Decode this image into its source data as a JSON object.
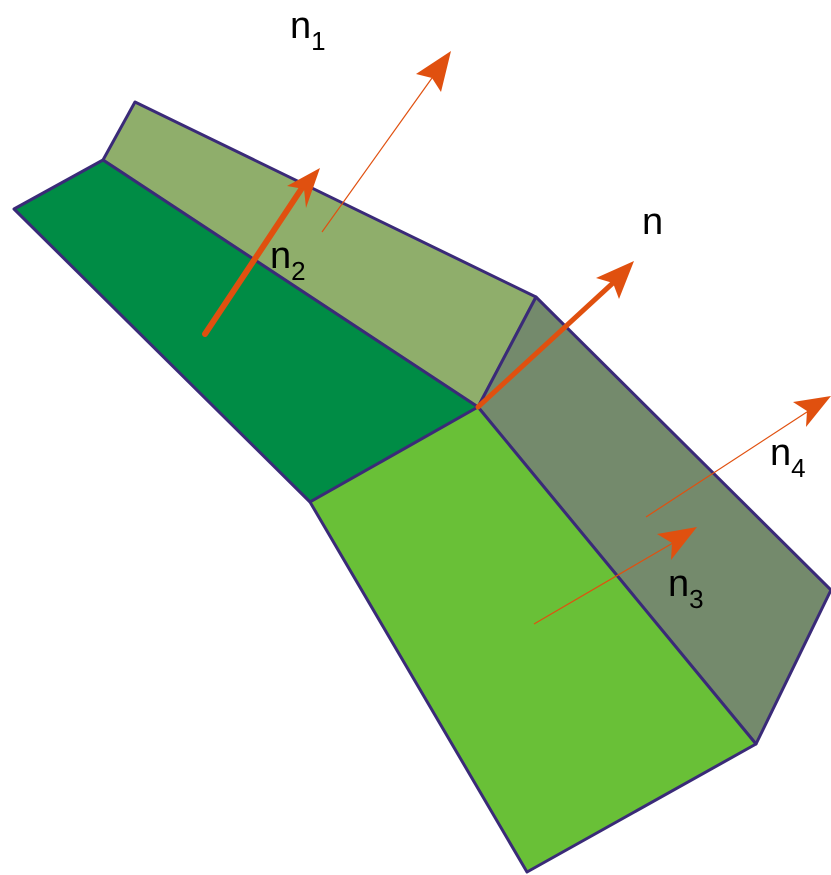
{
  "colors": {
    "face_1": "#8fae6b",
    "face_2": "#008c45",
    "face_3": "#69c037",
    "face_4": "#748a6c",
    "edge": "#3a2a78",
    "arrow": "#e0500f",
    "background": "#ffffff"
  },
  "labels": {
    "n1_base": "n",
    "n1_sub": "1",
    "n2_base": "n",
    "n2_sub": "2",
    "n3_base": "n",
    "n3_sub": "3",
    "n4_base": "n",
    "n4_sub": "4",
    "n_base": "n"
  }
}
